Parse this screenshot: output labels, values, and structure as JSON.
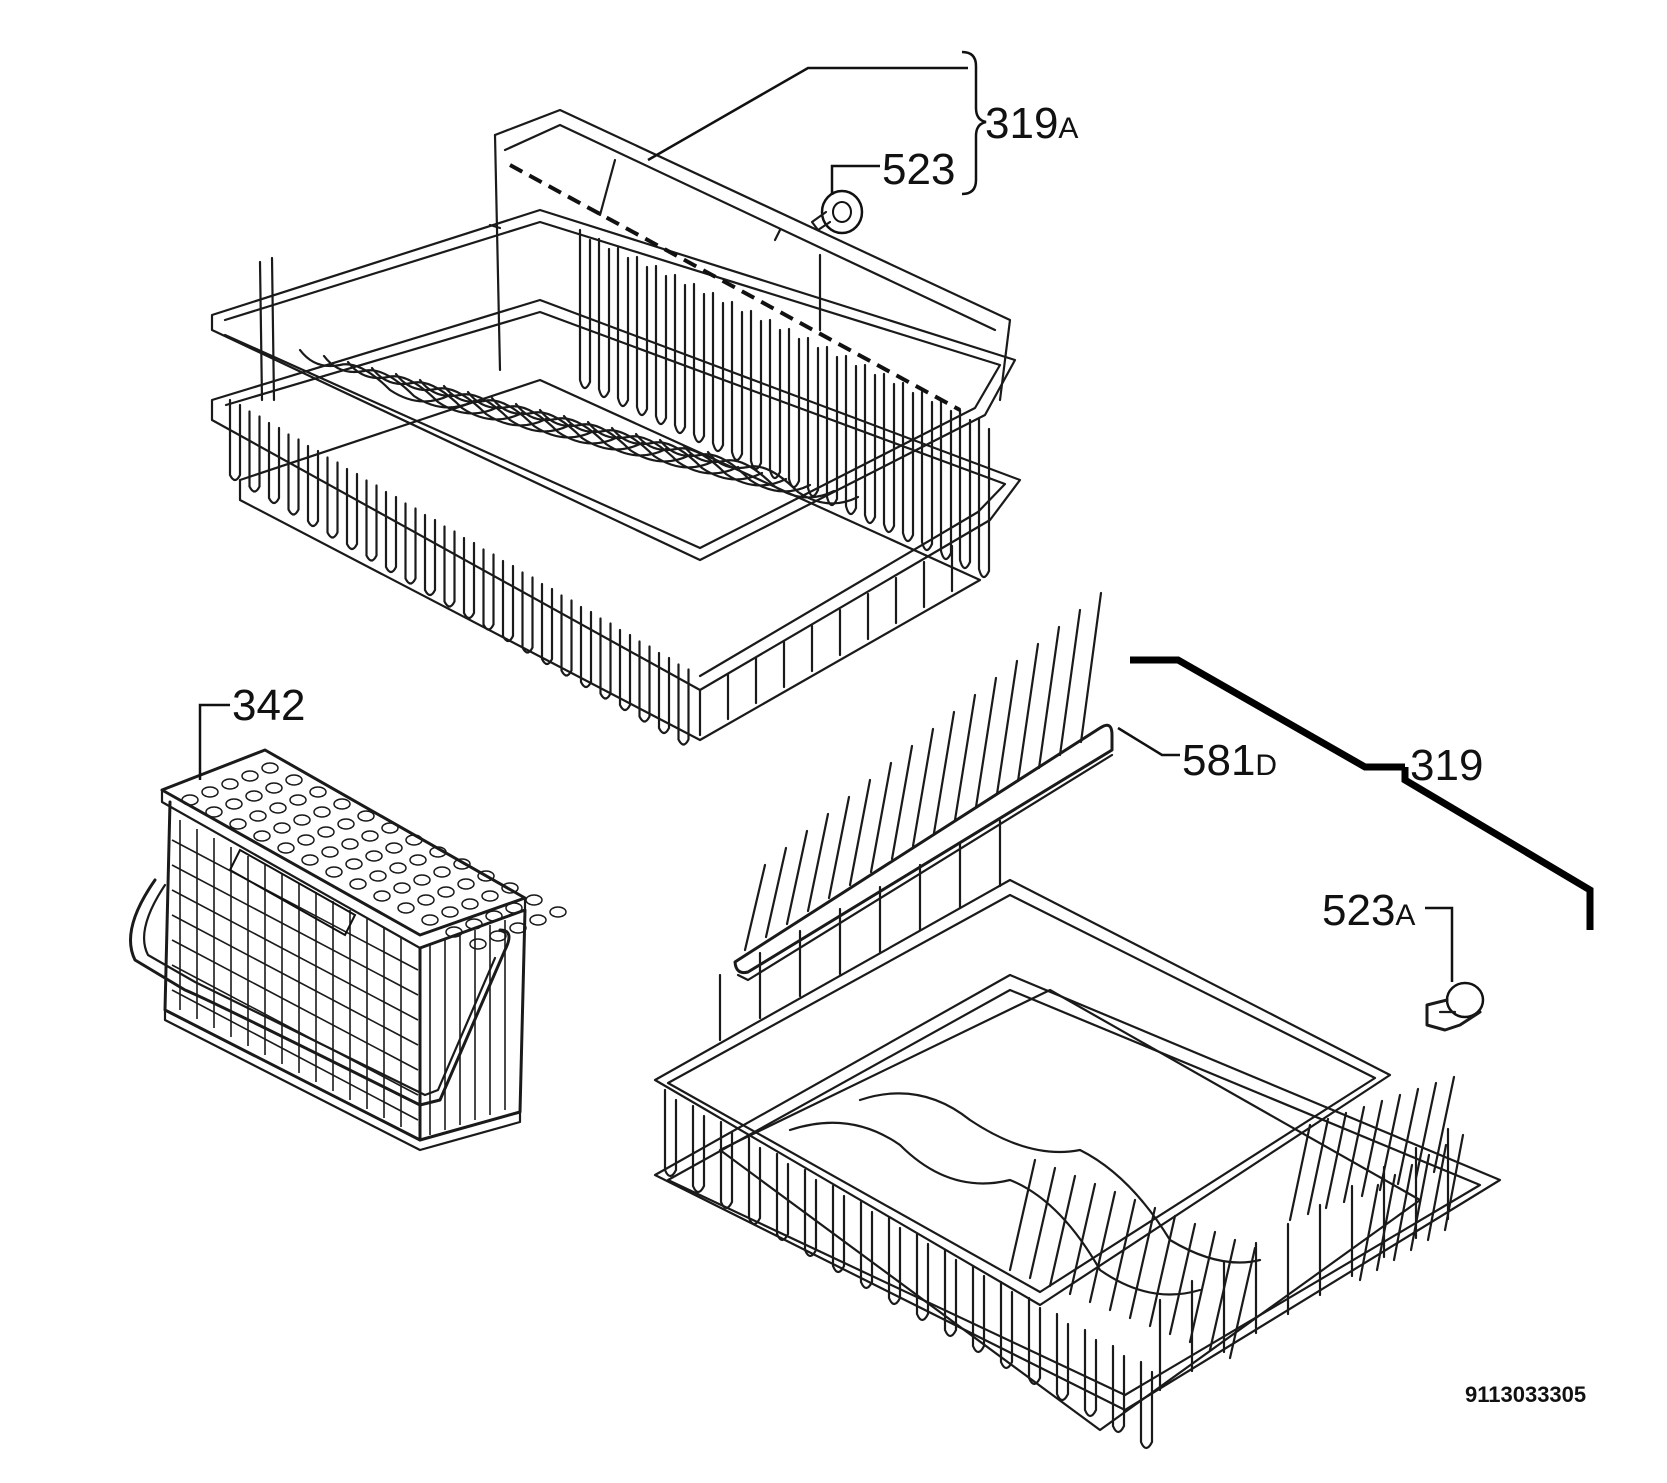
{
  "labels": {
    "upper_basket": {
      "number": "319",
      "suffix": "A"
    },
    "upper_wheel": {
      "number": "523",
      "suffix": ""
    },
    "cutlery_basket": {
      "number": "342",
      "suffix": ""
    },
    "plate_rack": {
      "number": "581",
      "suffix": "D"
    },
    "lower_basket": {
      "number": "319",
      "suffix": ""
    },
    "lower_wheel": {
      "number": "523",
      "suffix": "A"
    }
  },
  "drawing_code": "9113033305"
}
